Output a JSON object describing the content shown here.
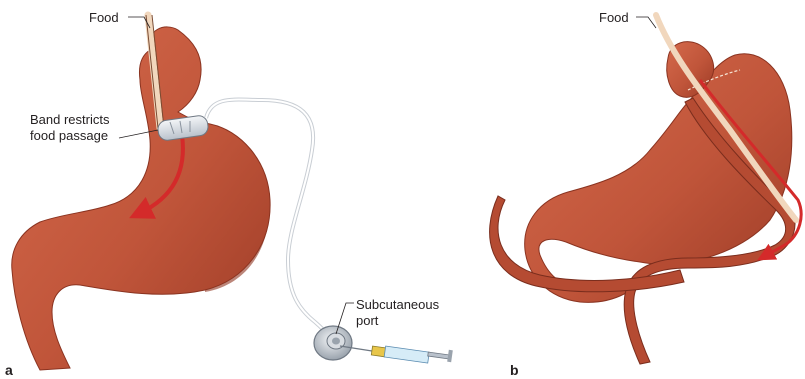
{
  "panel_a": {
    "letter": "a",
    "food_label": "Food",
    "band_label_line1": "Band restricts",
    "band_label_line2": "food passage",
    "port_label_line1": "Subcutaneous",
    "port_label_line2": "port"
  },
  "panel_b": {
    "letter": "b",
    "food_label": "Food"
  },
  "colors": {
    "stomach": "#c0553a",
    "stomach_shadow": "#9c3b26",
    "arrow": "#d42a2a",
    "band": "#dfe4ea",
    "tube": "#ffffff",
    "esophagus_tube": "#f1d7bd"
  }
}
